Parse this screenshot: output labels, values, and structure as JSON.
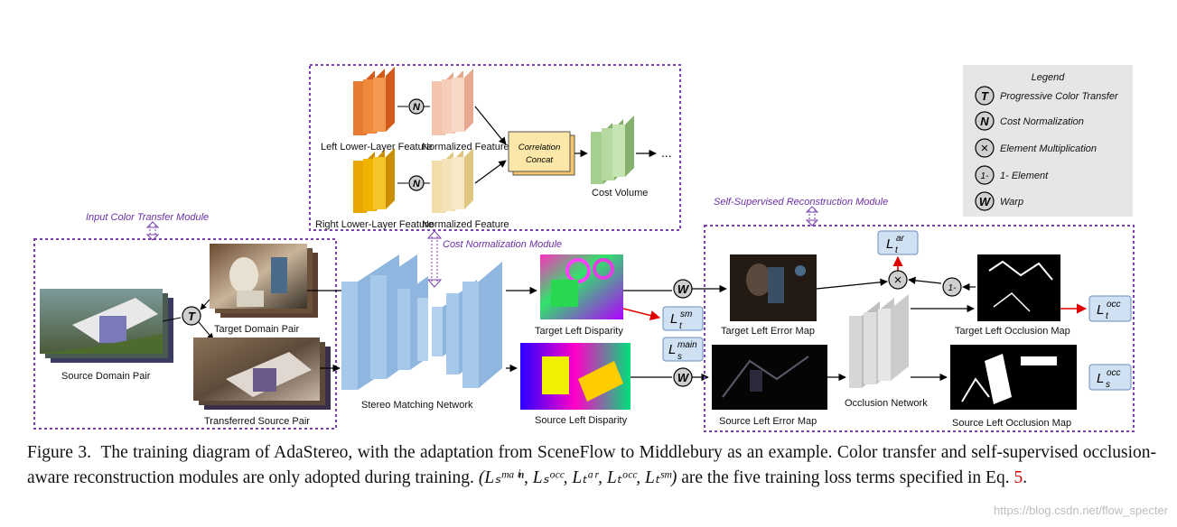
{
  "modules": {
    "input_color_transfer": "Input Color Transfer Module",
    "cost_normalization": "Cost Normalization Module",
    "self_supervised": "Self-Supervised Reconstruction Module"
  },
  "cost_box": {
    "left_feature": "Left Lower-Layer Feature",
    "right_feature": "Right Lower-Layer Feature",
    "normalized_feature": "Normalized Feature",
    "correlation": "Correlation",
    "concat": "Concat",
    "cost_volume": "Cost Volume",
    "ellipsis": "..."
  },
  "images": {
    "source_domain_pair": "Source Domain Pair",
    "target_domain_pair": "Target Domain Pair",
    "transferred_source_pair": "Transferred Source Pair",
    "stereo_matching_network": "Stereo Matching Network",
    "target_left_disparity": "Target Left Disparity",
    "source_left_disparity": "Source Left Disparity",
    "target_left_error_map": "Target Left Error Map",
    "source_left_error_map": "Source Left Error Map",
    "occlusion_network": "Occlusion Network",
    "target_left_occlusion_map": "Target Left Occlusion Map",
    "source_left_occlusion_map": "Source Left Occlusion Map"
  },
  "symbols": {
    "T": "T",
    "N": "N",
    "W": "W",
    "times": "×",
    "one_minus": "1-"
  },
  "losses": {
    "L_sm": {
      "base": "L",
      "sub": "t",
      "sup": "sm"
    },
    "L_main": {
      "base": "L",
      "sub": "s",
      "sup": "main"
    },
    "L_ar": {
      "base": "L",
      "sub": "t",
      "sup": "ar"
    },
    "L_occ_t": {
      "base": "L",
      "sub": "t",
      "sup": "occ"
    },
    "L_occ_s": {
      "base": "L",
      "sub": "s",
      "sup": "occ"
    }
  },
  "legend": {
    "title": "Legend",
    "items": [
      {
        "symbol": "T",
        "label": "Progressive Color Transfer"
      },
      {
        "symbol": "N",
        "label": "Cost Normalization"
      },
      {
        "symbol": "×",
        "label": "Element Multiplication"
      },
      {
        "symbol": "1-",
        "label": "1- Element"
      },
      {
        "symbol": "W",
        "label": "Warp"
      }
    ]
  },
  "caption": {
    "lead": "Figure 3.",
    "text1": "The training diagram of AdaStereo, with the adaptation from SceneFlow to Middlebury as an example. Color transfer and self-supervised occlusion-aware reconstruction modules are only adopted during training.",
    "math": "(Lₛᵐᵃⁱⁿ, Lₛᵒᶜᶜ, Lₜᵃʳ, Lₜᵒᶜᶜ, Lₜˢᵐ)",
    "text2": "are the five training loss terms specified in Eq.",
    "eq_ref": "5",
    "end": "."
  },
  "watermark": "https://blog.csdn.net/flow_specter",
  "colors": {
    "module_border": "#7b3fb0",
    "legend_bg": "#e6e6e6",
    "stereo_blue": "#9fc3e6",
    "arrow_red": "#e00000",
    "loss_box": "#cfe1f3"
  }
}
